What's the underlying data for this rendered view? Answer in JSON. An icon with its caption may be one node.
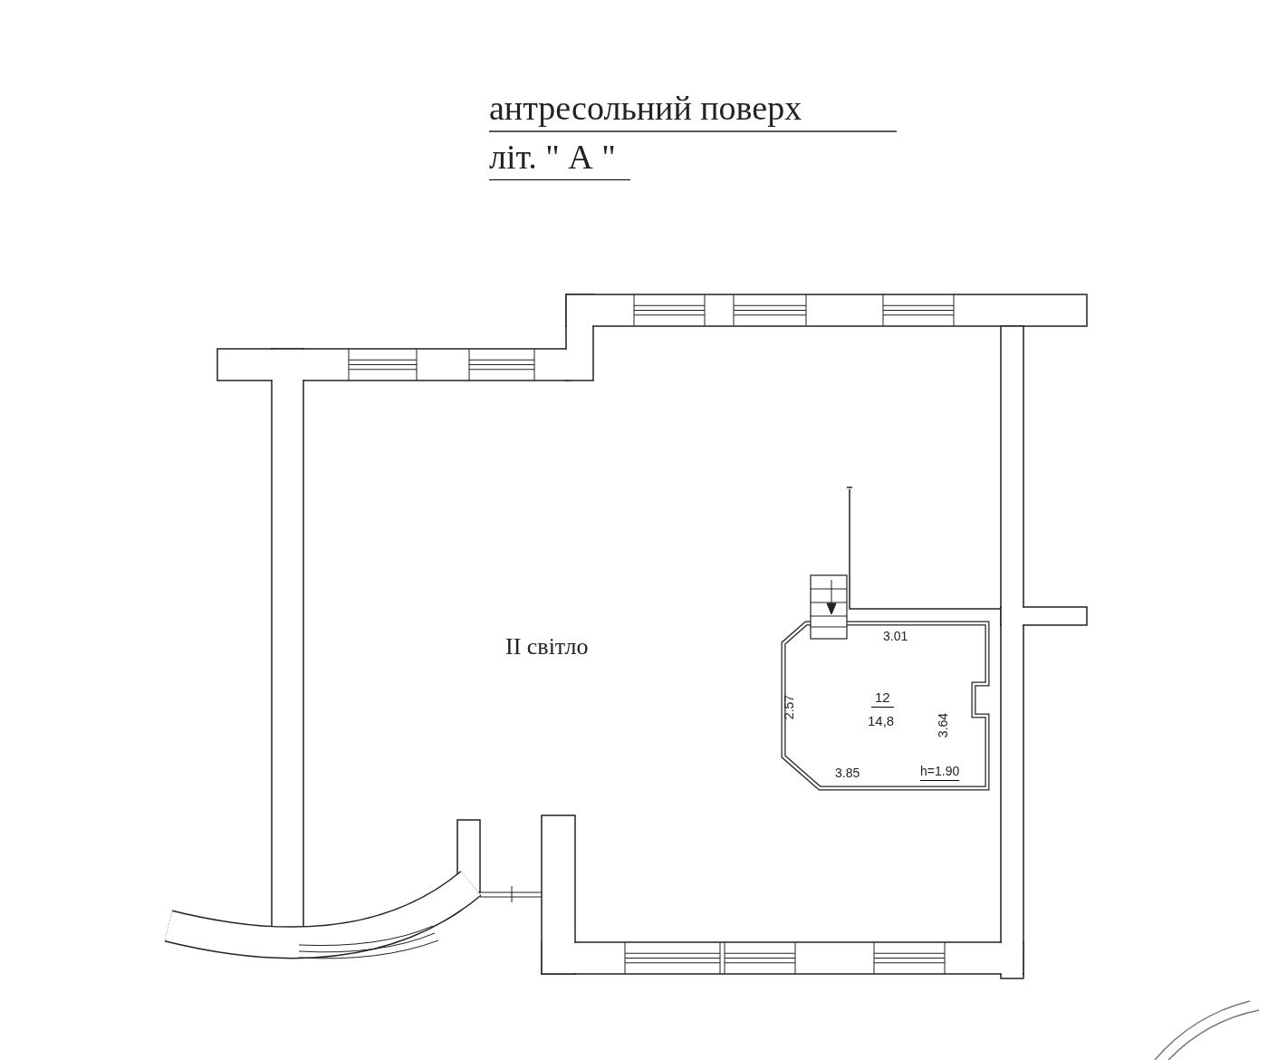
{
  "diagram": {
    "title": "антресольний поверх",
    "labels": [
      "літ. \" А \"",
      "II світло",
      "3.01",
      "2.57",
      "12",
      "14,8",
      "3.64",
      "3.85",
      "h=1.90"
    ]
  }
}
